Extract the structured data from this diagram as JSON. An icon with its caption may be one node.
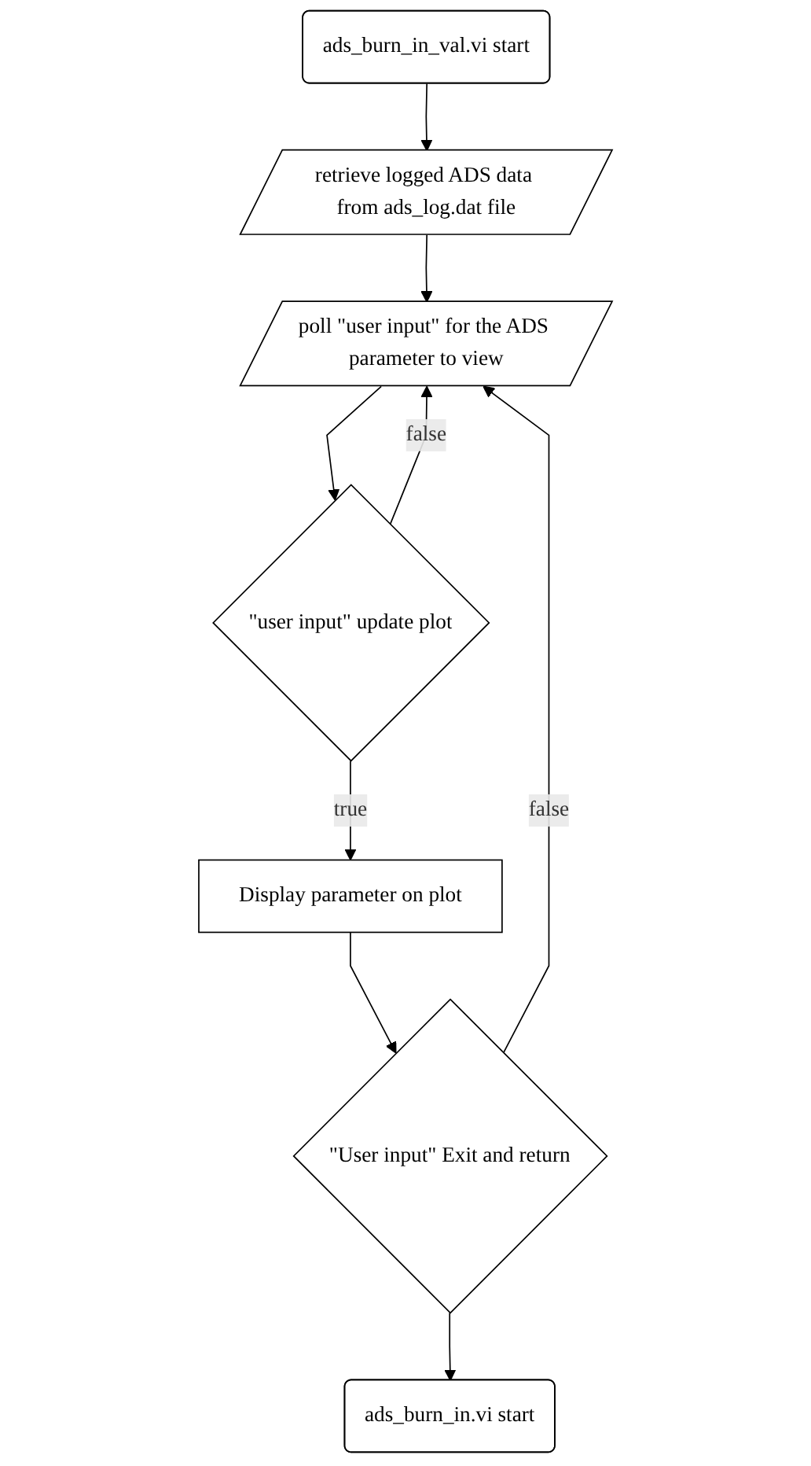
{
  "diagram": {
    "nodes": [
      {
        "text": [
          "ads_burn_in_val.vi start"
        ]
      },
      {
        "text": [
          "retrieve logged ADS data from ads_log.dat file"
        ]
      },
      {
        "text": [
          "poll \"user input\" for the ADS parameter to view"
        ]
      },
      {
        "text": [
          "\"user input\" update plot"
        ]
      },
      {
        "text": [
          "Display parameter on plot"
        ]
      },
      {
        "text": [
          "\"User input\" Exit and return"
        ]
      },
      {
        "text": [
          "ads_burn_in.vi start"
        ]
      }
    ],
    "edges": [
      {
        "from": 0,
        "to": 1,
        "arrow": "to"
      },
      {
        "from": 1,
        "to": 2,
        "arrow": "to"
      },
      {
        "from": 2,
        "to": 3,
        "arrow": "to"
      },
      {
        "from": 3,
        "to": 4,
        "arrow": "to",
        "label": "true"
      },
      {
        "from": 4,
        "to": 5,
        "arrow": "to"
      },
      {
        "from": 5,
        "to": 6,
        "arrow": "to"
      },
      {
        "from": 3,
        "to": 2,
        "arrow": "to",
        "label": "false"
      },
      {
        "from": 5,
        "to": 2,
        "arrow": "to",
        "label": "false"
      }
    ]
  }
}
